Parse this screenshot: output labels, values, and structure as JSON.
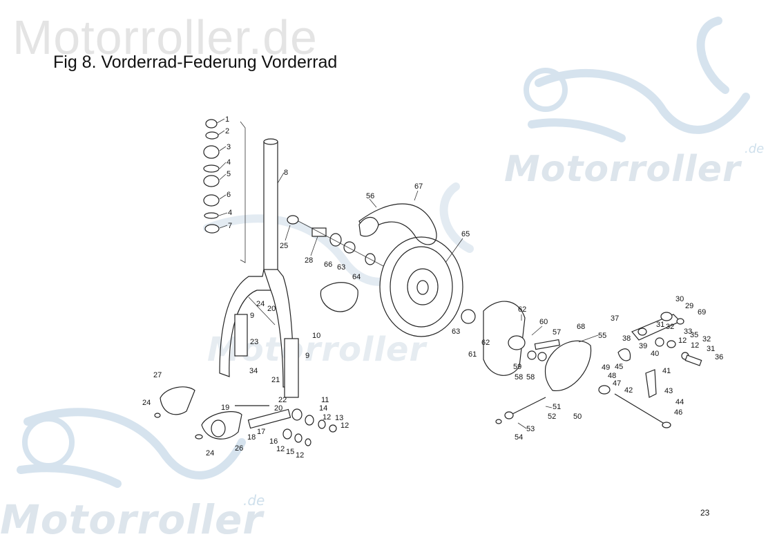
{
  "figure": {
    "title": "Fig 8.  Vorderrad-Federung Vorderrad",
    "page_number": "23"
  },
  "watermarks": {
    "top": "Motorroller.de",
    "right": "Motorroller",
    "right_suffix": ".de",
    "middle": "Motorroller",
    "bottom": "Motorroller",
    "bottom_suffix": ".de"
  },
  "part_labels": {
    "p1": "1",
    "p2": "2",
    "p3": "3",
    "p4a": "4",
    "p5": "5",
    "p6": "6",
    "p4b": "4",
    "p7": "7",
    "p8": "8",
    "p25": "25",
    "p28": "28",
    "p66": "66",
    "p63a": "63",
    "p64": "64",
    "p56": "56",
    "p67": "67",
    "p65": "65",
    "p24a": "24",
    "p20a": "20",
    "p9a": "9",
    "p23": "23",
    "p10": "10",
    "p9b": "9",
    "p34": "34",
    "p21": "21",
    "p22": "22",
    "p20b": "20",
    "p19": "19",
    "p11": "11",
    "p14": "14",
    "p12a": "12",
    "p13": "13",
    "p12b": "12",
    "p17": "17",
    "p18": "18",
    "p16": "16",
    "p12c": "12",
    "p15": "15",
    "p12d": "12",
    "p27": "27",
    "p24b": "24",
    "p24c": "24",
    "p26": "26",
    "p62a": "62",
    "p63b": "63",
    "p62b": "62",
    "p61": "61",
    "p60": "60",
    "p59": "59",
    "p58a": "58",
    "p58b": "58",
    "p57": "57",
    "p68": "68",
    "p55": "55",
    "p51": "51",
    "p52": "52",
    "p53": "53",
    "p54": "54",
    "p50": "50",
    "p49": "49",
    "p48": "48",
    "p47": "47",
    "p45": "45",
    "p42": "42",
    "p37": "37",
    "p38": "38",
    "p39": "39",
    "p30": "30",
    "p29": "29",
    "p69": "69",
    "p31a": "31",
    "p32a": "32",
    "p33": "33",
    "p12e": "12",
    "p35": "35",
    "p32b": "32",
    "p12f": "12",
    "p31b": "31",
    "p36": "36",
    "p40": "40",
    "p41": "41",
    "p43": "43",
    "p44": "44",
    "p46": "46"
  }
}
